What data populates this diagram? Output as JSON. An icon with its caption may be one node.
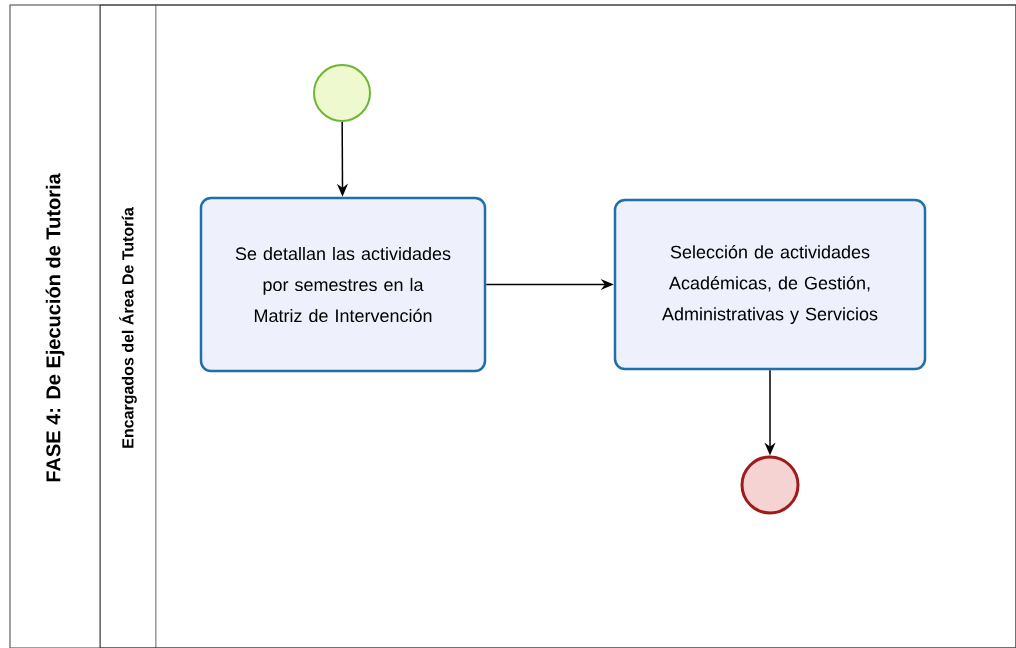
{
  "diagram": {
    "nodes": [
      {
        "text": [
          "FASE 4: De Ejecución de Tutoria"
        ]
      },
      {
        "text": [
          "Encargados del Área De Tutoría"
        ],
        "in": 0
      },
      {
        "text": [],
        "shape": "circle",
        "in": 1
      },
      {
        "text": [
          "Se detallan las actividades por semestres en la Matriz de Intervención"
        ],
        "in": 1
      },
      {
        "text": [
          "Selección de actividades Académicas, de Gestión, Administrativas y Servicios"
        ],
        "in": 1
      },
      {
        "text": [],
        "shape": "circle",
        "in": 1
      }
    ],
    "edges": [
      {
        "from": 2,
        "to": 3,
        "arrow": "to"
      },
      {
        "from": 3,
        "to": 4,
        "arrow": "to"
      },
      {
        "from": 4,
        "to": 5,
        "arrow": "to"
      }
    ]
  }
}
